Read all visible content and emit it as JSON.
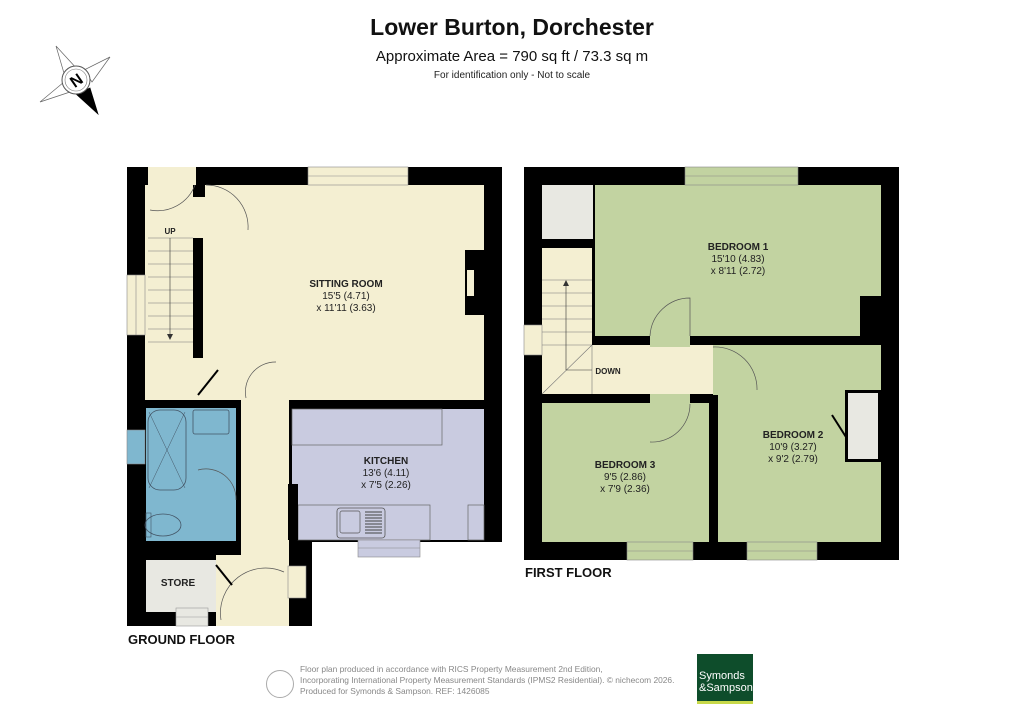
{
  "header": {
    "title": "Lower Burton, Dorchester",
    "area": "Approximate Area = 790 sq ft / 73.3 sq m",
    "note": "For identification only - Not to scale"
  },
  "compass": {
    "label": "N",
    "icon": "north-compass-icon"
  },
  "colors": {
    "wall": "#000000",
    "living": "#f4efd2",
    "kitchen": "#c9cbe0",
    "bathroom": "#7fb7cf",
    "store": "#e8e8e2",
    "bedroom": "#c2d3a1",
    "logo_bg": "#0e4d2b",
    "logo_accent": "#c8d94a"
  },
  "ground_floor": {
    "label": "GROUND FLOOR",
    "stairs_label": "UP",
    "rooms": [
      {
        "name": "SITTING ROOM",
        "dim1": "15'5 (4.71)",
        "dim2": "x 11'11 (3.63)"
      },
      {
        "name": "KITCHEN",
        "dim1": "13'6 (4.11)",
        "dim2": "x 7'5 (2.26)"
      },
      {
        "name": "STORE"
      }
    ]
  },
  "first_floor": {
    "label": "FIRST FLOOR",
    "stairs_label": "DOWN",
    "rooms": [
      {
        "name": "BEDROOM 1",
        "dim1": "15'10 (4.83)",
        "dim2": "x 8'11 (2.72)"
      },
      {
        "name": "BEDROOM 2",
        "dim1": "10'9 (3.27)",
        "dim2": "x 9'2 (2.79)"
      },
      {
        "name": "BEDROOM 3",
        "dim1": "9'5 (2.86)",
        "dim2": "x 7'9 (2.36)"
      }
    ]
  },
  "footer": {
    "line1": "Floor plan produced in accordance with RICS Property Measurement 2nd Edition,",
    "line2": "Incorporating International Property Measurement Standards (IPMS2 Residential).   © nichecom 2026.",
    "line3": "Produced for Symonds & Sampson.   REF:  1426085",
    "logo_line1": "Symonds",
    "logo_line2": "&Sampson"
  }
}
